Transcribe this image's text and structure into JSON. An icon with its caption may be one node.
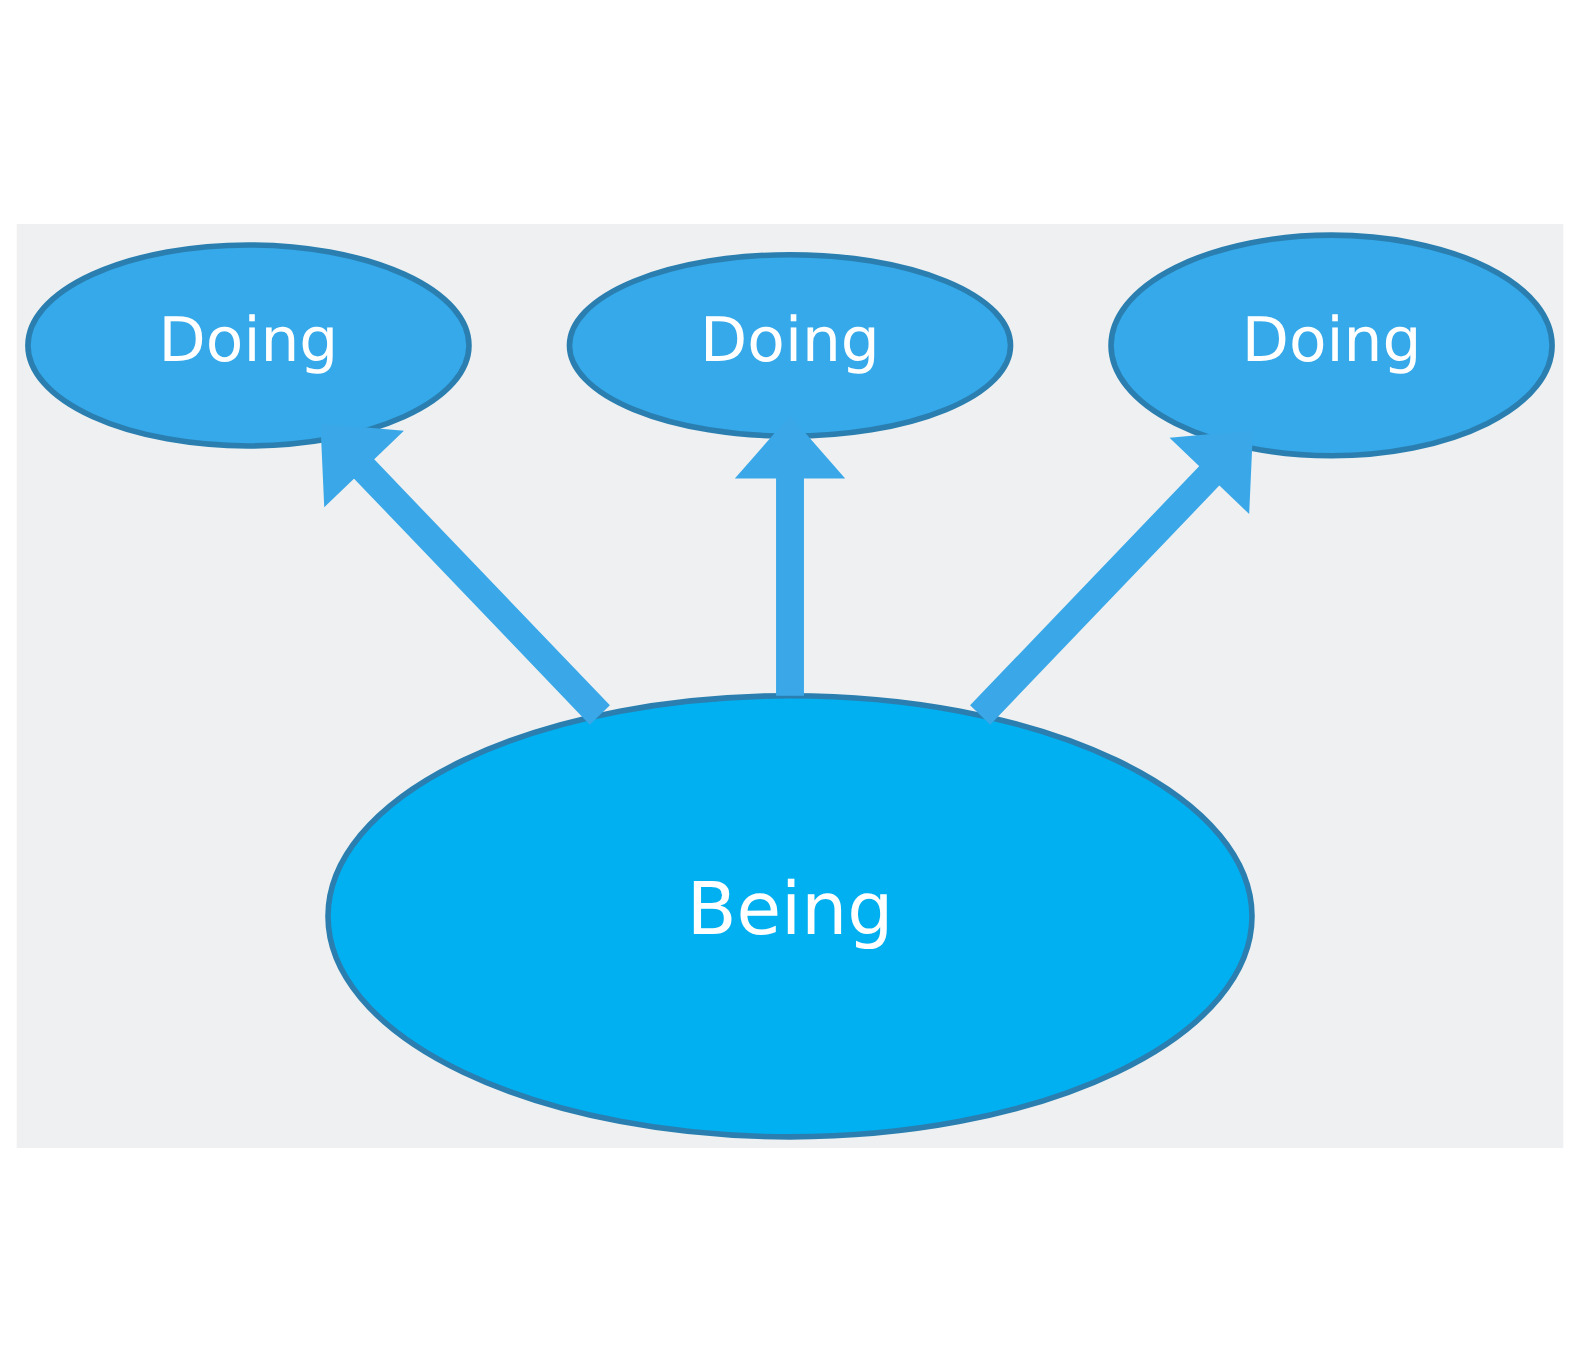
{
  "diagram": {
    "nodes": [
      {
        "text": [
          "Doing"
        ]
      },
      {
        "text": [
          "Doing"
        ]
      },
      {
        "text": [
          "Doing"
        ]
      },
      {
        "text": [
          "Being"
        ]
      }
    ],
    "edges": [
      {
        "from": 3,
        "to": 0,
        "arrow": "to"
      },
      {
        "from": 3,
        "to": 1,
        "arrow": "to"
      },
      {
        "from": 3,
        "to": 2,
        "arrow": "to"
      }
    ]
  }
}
